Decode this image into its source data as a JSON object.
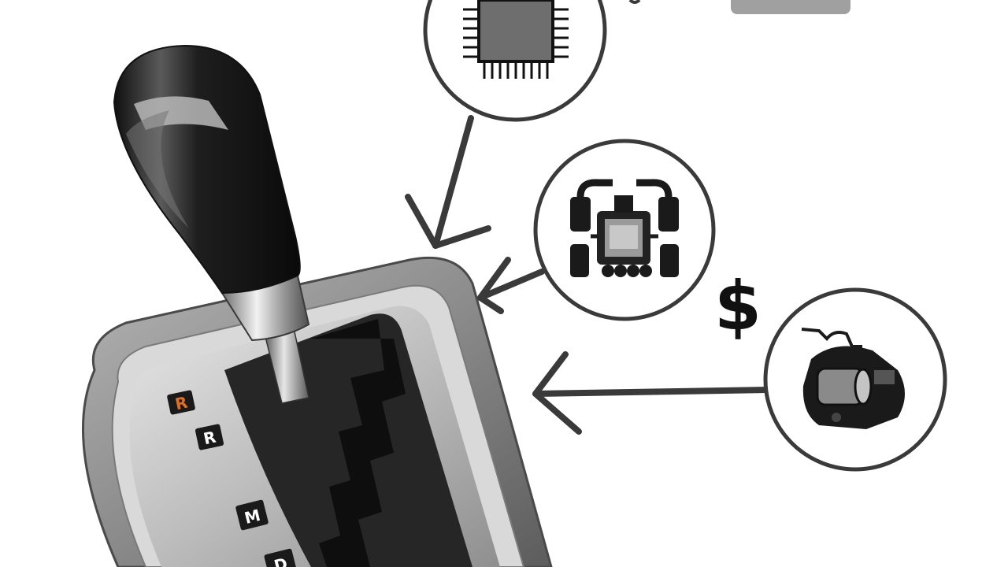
{
  "illustration": {
    "subject": "automatic-transmission-shifter",
    "shift_pattern": {
      "letters": [
        {
          "text": "R",
          "highlight": true
        },
        {
          "text": "R",
          "highlight": false
        },
        {
          "text": "M",
          "highlight": false
        },
        {
          "text": "D",
          "highlight": false
        }
      ],
      "highlight_color": "#e07020"
    },
    "cost_symbol": "$",
    "callouts": [
      {
        "icon": "microchip-icon"
      },
      {
        "icon": "mechatronic-unit-icon"
      },
      {
        "icon": "solenoid-icon"
      }
    ],
    "colors": {
      "background": "#ffffff",
      "knob": "#1f1f1f",
      "chrome": "#c9c9c9",
      "bezel": "#8d8d8d",
      "slot": "#2b2b2b",
      "line": "#3a3a3a",
      "badge": "#a0a0a0"
    }
  }
}
